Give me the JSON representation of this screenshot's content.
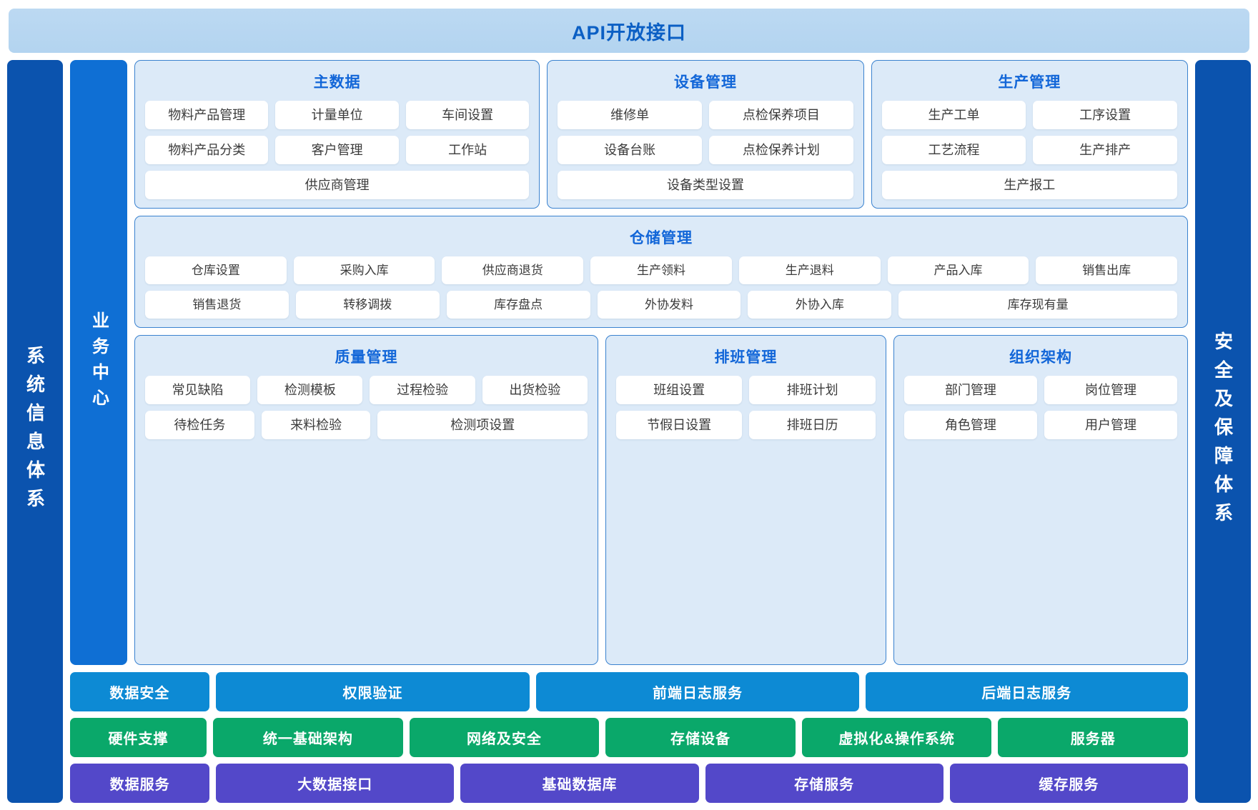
{
  "header": {
    "title": "API开放接口"
  },
  "left_sidebar": {
    "label": "系统信息体系"
  },
  "right_sidebar": {
    "label": "安全及保障体系"
  },
  "business_center": {
    "label": "业务中心"
  },
  "panels": {
    "master_data": {
      "title": "主数据",
      "rows": [
        [
          "物料产品管理",
          "计量单位",
          "车间设置"
        ],
        [
          "物料产品分类",
          "客户管理",
          "工作站"
        ],
        [
          "供应商管理"
        ]
      ]
    },
    "equipment": {
      "title": "设备管理",
      "rows": [
        [
          "维修单",
          "点检保养项目"
        ],
        [
          "设备台账",
          "点检保养计划"
        ],
        [
          "设备类型设置"
        ]
      ]
    },
    "production": {
      "title": "生产管理",
      "rows": [
        [
          "生产工单",
          "工序设置"
        ],
        [
          "工艺流程",
          "生产排产"
        ],
        [
          "生产报工"
        ]
      ]
    },
    "warehouse": {
      "title": "仓储管理",
      "rows": [
        [
          "仓库设置",
          "采购入库",
          "供应商退货",
          "生产领料",
          "生产退料",
          "产品入库",
          "销售出库"
        ],
        [
          "销售退货",
          "转移调拨",
          "库存盘点",
          "外协发料",
          "外协入库",
          "库存现有量"
        ]
      ]
    },
    "quality": {
      "title": "质量管理",
      "rows": [
        [
          "常见缺陷",
          "检测模板",
          "过程检验",
          "出货检验"
        ],
        [
          "待检任务",
          "来料检验",
          "检测项设置"
        ]
      ]
    },
    "shift": {
      "title": "排班管理",
      "rows": [
        [
          "班组设置",
          "排班计划"
        ],
        [
          "节假日设置",
          "排班日历"
        ]
      ]
    },
    "organization": {
      "title": "组织架构",
      "rows": [
        [
          "部门管理",
          "岗位管理"
        ],
        [
          "角色管理",
          "用户管理"
        ]
      ]
    }
  },
  "layers": {
    "security": [
      "数据安全",
      "权限验证",
      "前端日志服务",
      "后端日志服务"
    ],
    "infrastructure": [
      "硬件支撑",
      "统一基础架构",
      "网络及安全",
      "存储设备",
      "虚拟化&操作系统",
      "服务器"
    ],
    "data_services": [
      "数据服务",
      "大数据接口",
      "基础数据库",
      "存储服务",
      "缓存服务"
    ]
  },
  "colors": {
    "api_bar_bg": "#b3d4f0",
    "api_bar_text": "#0b5fc4",
    "sidebar_dark": "#0b53ae",
    "business_center": "#0f6fd4",
    "panel_bg": "#dceaf8",
    "panel_border": "#3a82cf",
    "panel_title": "#1266d8",
    "cell_bg": "#ffffff",
    "cell_text": "#3b3b3b",
    "security_layer": "#0d8ad4",
    "infrastructure_layer": "#0aa86a",
    "data_layer": "#5348c9"
  }
}
